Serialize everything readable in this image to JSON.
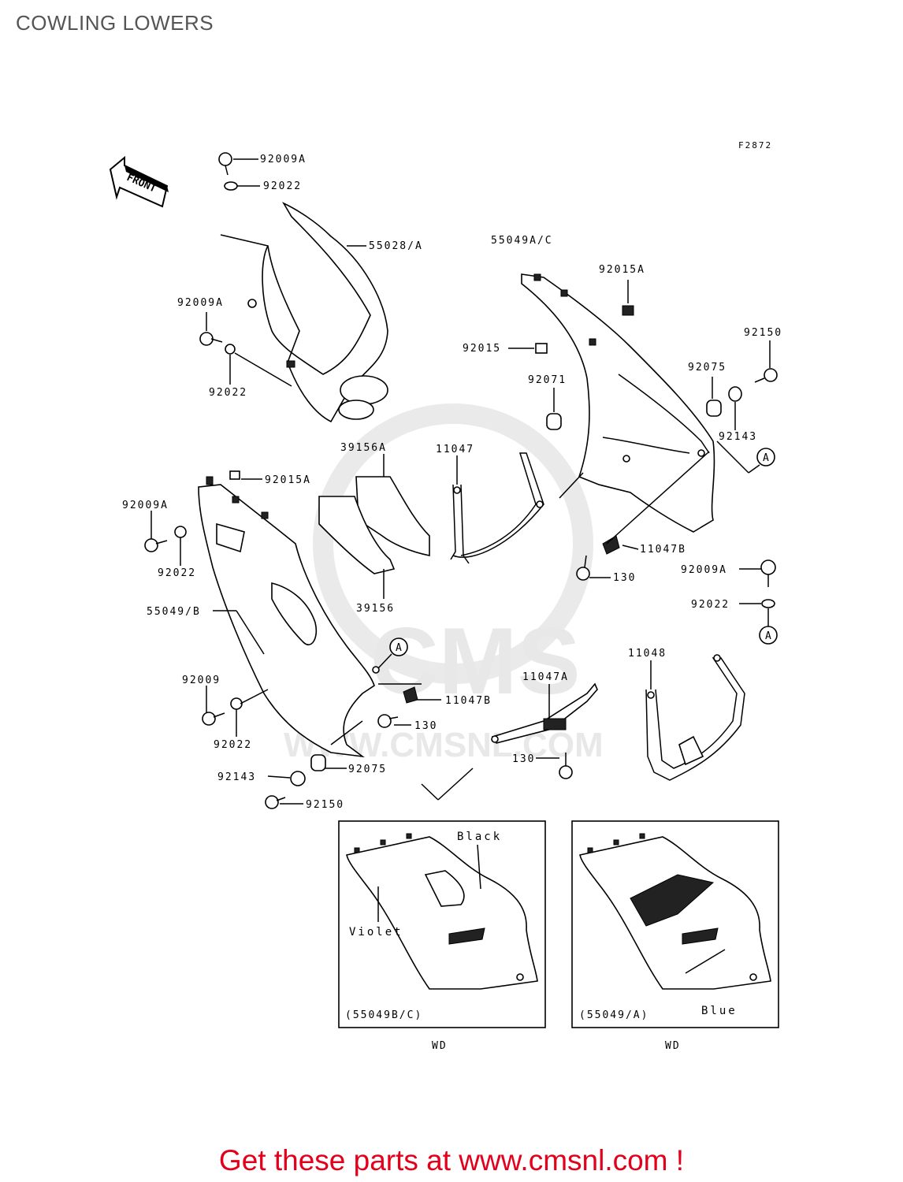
{
  "page_title": "COWLING LOWERS",
  "figure_code": "F2872",
  "front_arrow_label": "FRONT",
  "watermark": {
    "brand": "CMS",
    "url": "WWW.CMSNL.COM"
  },
  "part_labels": {
    "l_92009A_top": "92009A",
    "l_92022_top": "92022",
    "l_55028A": "55028/A",
    "l_92009A_left": "92009A",
    "l_92022_left": "92022",
    "l_55049AC": "55049A/C",
    "l_92015A_right": "92015A",
    "l_92015": "92015",
    "l_92150_right": "92150",
    "l_92075_right": "92075",
    "l_92071": "92071",
    "l_92143_right": "92143",
    "l_A_right1": "A",
    "l_39156A": "39156A",
    "l_11047": "11047",
    "l_92015A_left": "92015A",
    "l_92009A_mid": "92009A",
    "l_92022_mid": "92022",
    "l_11047B_right": "11047B",
    "l_130_right": "130",
    "l_92009A_r": "92009A",
    "l_92022_r": "92022",
    "l_A_right2": "A",
    "l_39156": "39156",
    "l_55049B": "55049/B",
    "l_A_left": "A",
    "l_11048": "11048",
    "l_11047A": "11047A",
    "l_92009": "92009",
    "l_11047B_left": "11047B",
    "l_130_left": "130",
    "l_92022_low": "92022",
    "l_130_low": "130",
    "l_92075_left": "92075",
    "l_92143_left": "92143",
    "l_92150_left": "92150"
  },
  "variant_boxes": [
    {
      "code": "(55049B/C)",
      "label1": "Black",
      "label2": "Violet",
      "destination": "WD"
    },
    {
      "code": "(55049/A)",
      "label1": "Blue",
      "destination": "WD"
    }
  ],
  "footer": "Get these parts at www.cmsnl.com !"
}
